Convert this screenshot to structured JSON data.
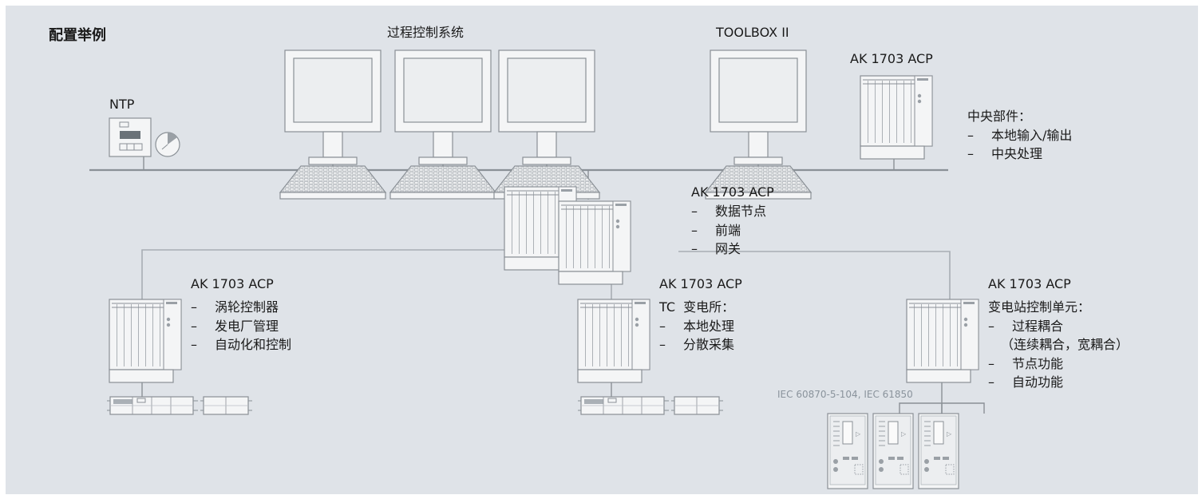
{
  "title": "配置举例",
  "labels": {
    "process_control": "过程控制系统",
    "toolbox": "TOOLBOX II",
    "ntp": "NTP",
    "ak_central": "AK 1703 ACP",
    "ak_node": "AK 1703 ACP",
    "ak_left": "AK 1703 ACP",
    "ak_middle": "AK 1703 ACP",
    "ak_right": "AK 1703 ACP",
    "protocols": "IEC 60870-5-104, IEC 61850"
  },
  "central_block": {
    "heading": "中央部件：",
    "items": [
      "本地输入/输出",
      "中央处理"
    ]
  },
  "node_block": {
    "items": [
      "数据节点",
      "前端",
      "网关"
    ]
  },
  "left_block": {
    "items": [
      "涡轮控制器",
      "发电厂管理",
      "自动化和控制"
    ]
  },
  "middle_block": {
    "heading": "TC  变电所：",
    "items": [
      "本地处理",
      "分散采集"
    ]
  },
  "right_block": {
    "heading": "变电站控制单元：",
    "items": [
      "过程耦合",
      "节点功能",
      "自动功能"
    ],
    "sub_item": "（连续耦合，宽耦合）"
  },
  "dash": "–",
  "colors": {
    "background": "#dfe3e8",
    "line": "#a8aeb4",
    "bus": "#8a9096",
    "device": "#f4f5f6",
    "outline": "#8a9096"
  }
}
